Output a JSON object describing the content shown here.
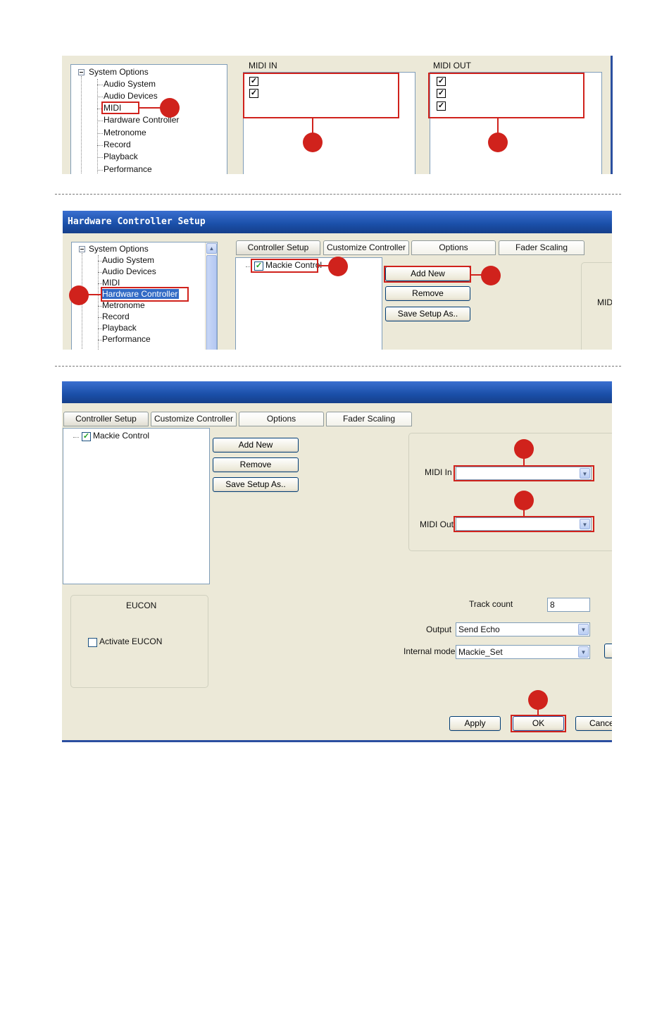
{
  "panel1": {
    "tree": {
      "root": "System Options",
      "items": [
        "Audio System",
        "Audio Devices",
        "MIDI",
        "Hardware Controller",
        "Metronome",
        "Record",
        "Playback",
        "Performance"
      ]
    },
    "midi_in_label": "MIDI IN",
    "midi_out_label": "MIDI OUT",
    "midi_in_checks": 2,
    "midi_out_checks": 3
  },
  "panel2": {
    "title": "Hardware Controller Setup",
    "tree": {
      "root": "System Options",
      "items": [
        "Audio System",
        "Audio Devices",
        "MIDI",
        "Hardware Controller",
        "Metronome",
        "Record",
        "Playback",
        "Performance"
      ]
    },
    "tabs": [
      "Controller Setup",
      "Customize Controller",
      "Options",
      "Fader Scaling"
    ],
    "controller_item": "Mackie Control",
    "buttons": {
      "add_new": "Add New",
      "remove": "Remove",
      "save_setup": "Save Setup As.."
    },
    "midi_partial": "MID"
  },
  "panel3": {
    "tabs": [
      "Controller Setup",
      "Customize Controller",
      "Options",
      "Fader Scaling"
    ],
    "controller_item": "Mackie Control",
    "buttons": {
      "add_new": "Add New",
      "remove": "Remove",
      "save_setup": "Save Setup As.."
    },
    "midi_in_label": "MIDI In",
    "midi_out_label": "MIDI Out",
    "eucon": {
      "title": "EUCON",
      "checkbox_label": "Activate EUCON"
    },
    "track_count_label": "Track count",
    "track_count_value": "8",
    "output_label": "Output",
    "output_value": "Send Echo",
    "internal_mode_label": "Internal mode",
    "internal_mode_value": "Mackie_Set",
    "footer": {
      "apply": "Apply",
      "ok": "OK",
      "cancel": "Cance"
    }
  },
  "colors": {
    "accent_red": "#d0221c",
    "dialog_bg": "#ece9d8",
    "xp_blue": "#1a4fa8"
  },
  "icons": [
    "checkbox-icon",
    "collapse-minus-icon",
    "dropdown-arrow-icon",
    "scroll-up-arrow-icon"
  ]
}
